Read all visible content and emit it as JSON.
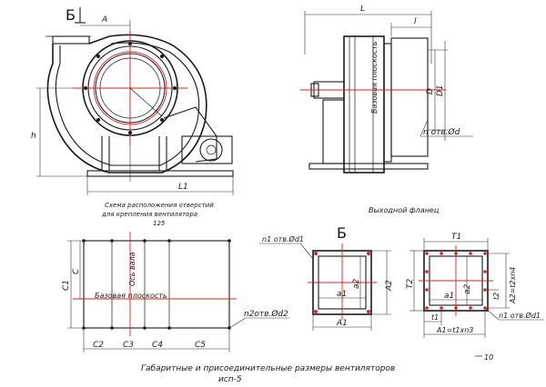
{
  "section_marks": {
    "left_view": "Б",
    "flange_view": "Б"
  },
  "front_view": {
    "dim_A": "A",
    "dim_h": "h",
    "dim_L1": "L1"
  },
  "side_view": {
    "dim_L": "L",
    "dim_l": "l",
    "dim_D": "D",
    "dim_D1": "D1",
    "holes": "n отв.Ød",
    "base_plane": "Базовая плоскость"
  },
  "captions": {
    "front_line1": "Схема расположения отверстий",
    "front_line2": "для крепления вентилятора",
    "front_line3": "125",
    "outlet": "Выходной фланец",
    "main_line1": "Габаритные и присоединительные размеры вентиляторов",
    "main_line2": "исп-5"
  },
  "base_plate": {
    "axis": "Ось вала",
    "base_plane": "Базовая плоскость",
    "C": "C",
    "C1": "C1",
    "C2": "C2",
    "C3": "C3",
    "C4": "C4",
    "C5": "C5",
    "holes": "n2отв.Ød2"
  },
  "flange_b": {
    "holes": "n1 отв.Ød1",
    "a1": "a1",
    "a2": "a2",
    "A1": "A1",
    "A2": "A2"
  },
  "flange_right": {
    "T1": "T1",
    "T2": "T2",
    "a1": "a1",
    "a2": "a2",
    "t1": "t1",
    "chain": "A1=t1xn3",
    "side_chain": "A2=t2xn4",
    "t2": "t2",
    "holes": "n1 отв.Ød1",
    "note": "10"
  }
}
